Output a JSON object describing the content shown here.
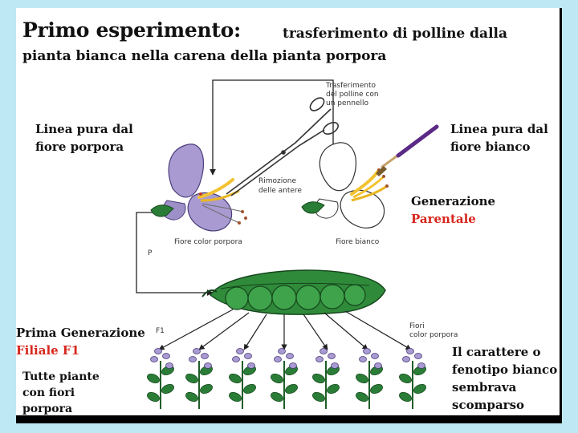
{
  "slide": {
    "title": "Primo esperimento:",
    "title_continuation": "trasferimento di polline dalla",
    "title_line2": "pianta bianca nella carena della pianta porpora"
  },
  "labels": {
    "purple_line_1": "Linea pura dal",
    "purple_line_2": "fiore porpora",
    "white_line_1": "Linea pura dal",
    "white_line_2": "fiore bianco",
    "parental_1": "Generazione",
    "parental_2": "Parentale",
    "f1_1": "Prima Generazione",
    "f1_2": "Filiale F1",
    "all_purple_1": "Tutte piante",
    "all_purple_2": "con fiori",
    "all_purple_3": "porpora",
    "result_1": "Il carattere o",
    "result_2": "fenotipo bianco",
    "result_3": "sembrava",
    "result_4": "scomparso"
  },
  "annotations": {
    "transfer_1": "Trasferimento",
    "transfer_2": "del polline con",
    "transfer_3": "un pennello",
    "removal_1": "Rimozione",
    "removal_2": "delle antere",
    "purple_flower": "Fiore color porpora",
    "white_flower": "Fiore bianco",
    "p_marker": "P",
    "f1_marker": "F1",
    "f1_flowers_1": "Fiori",
    "f1_flowers_2": "color porpora"
  },
  "colors": {
    "red_label": "#d7261d",
    "petal_purple": "#a99bd1",
    "pod_green": "#2f8a3a",
    "leaf_green": "#2a7d36",
    "stamen_yellow": "#f2c230",
    "brush_purple": "#5b2a86",
    "background": "#bfe8f5"
  }
}
